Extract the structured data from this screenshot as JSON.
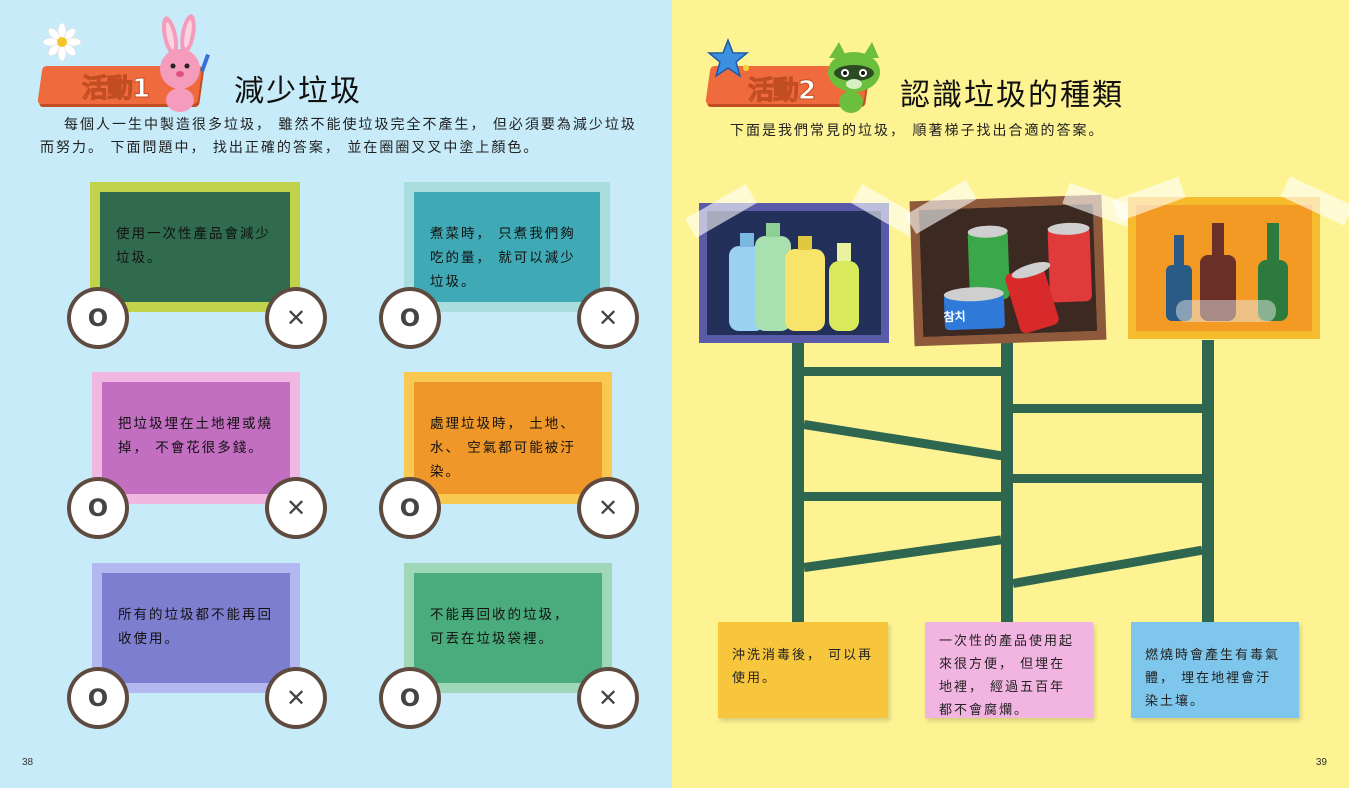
{
  "left_page": {
    "activity_label": "活動1",
    "title": "減少垃圾",
    "intro": "每個人一生中製造很多垃圾， 雖然不能使垃圾完全不產生， 但必須要為減少垃圾而努力。 下面問題中， 找出正確的答案， 並在圈圈叉叉中塗上顏色。",
    "cards": [
      {
        "text": "使用一次性產品會減少垃圾。"
      },
      {
        "text": "煮菜時， 只煮我們夠吃的量， 就可以減少垃圾。"
      },
      {
        "text": "把垃圾埋在土地裡或燒掉， 不會花很多錢。"
      },
      {
        "text": "處理垃圾時， 土地、 水、 空氣都可能被汙染。"
      },
      {
        "text": "所有的垃圾都不能再回收使用。"
      },
      {
        "text": "不能再回收的垃圾， 可丟在垃圾袋裡。"
      }
    ],
    "o_symbol": "O",
    "x_symbol": "✕",
    "page_number": "38"
  },
  "right_page": {
    "activity_label": "活動2",
    "title": "認識垃圾的種類",
    "intro": "下面是我們常見的垃圾， 順著梯子找出合適的答案。",
    "can_label": "참치",
    "notes": [
      {
        "text": "沖洗消毒後， 可以再使用。"
      },
      {
        "text": "一次性的產品使用起來很方便， 但埋在地裡， 經過五百年都不會腐爛。"
      },
      {
        "text": "燃燒時會產生有毒氣體， 埋在地裡會汙染土壤。"
      }
    ],
    "page_number": "39"
  },
  "colors": {
    "left_bg": "#c7ebf8",
    "right_bg": "#fdf392",
    "banner": "#ef6a3c",
    "ladder": "#2e6650"
  }
}
